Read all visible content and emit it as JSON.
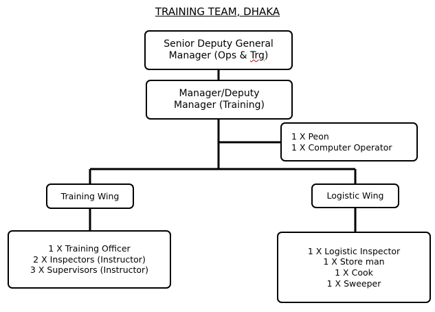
{
  "title": "TRAINING TEAM, DHAKA",
  "nodes": {
    "sdgm": {
      "line1": "Senior Deputy General",
      "line2_prefix": "Manager (Ops & ",
      "line2_trg": "Trg",
      "line2_suffix": ")"
    },
    "manager": {
      "line1": "Manager/Deputy",
      "line2": "Manager (Training)"
    },
    "staff": {
      "lines": [
        "1 X Peon",
        "1 X Computer Operator"
      ]
    },
    "training_wing": {
      "label": "Training Wing"
    },
    "logistic_wing": {
      "label": "Logistic Wing"
    },
    "training_staff": {
      "lines": [
        "1 X Training Officer",
        "2 X Inspectors (Instructor)",
        "3 X Supervisors (Instructor)"
      ]
    },
    "logistic_staff": {
      "lines": [
        "1 X Logistic Inspector",
        "1 X Store man",
        "1 X Cook",
        "1 X Sweeper"
      ]
    }
  }
}
